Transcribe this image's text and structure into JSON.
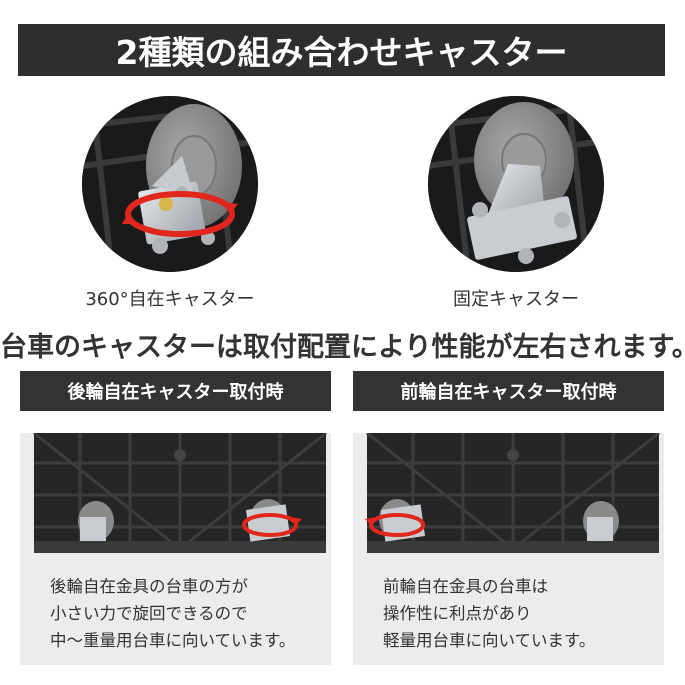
{
  "banner": {
    "title": "2種類の組み合わせキャスター"
  },
  "casters": [
    {
      "caption": "360°自在キャスター"
    },
    {
      "caption": "固定キャスター"
    }
  ],
  "headline": "台車のキャスターは取付配置により性能が左右されます。",
  "panels": [
    {
      "label": "後輪自在キャスター取付時",
      "desc": [
        "後輪自在金具の台車の方が",
        "小さい力で旋回できるので",
        "中〜重量用台車に向いています。"
      ]
    },
    {
      "label": "前輪自在キャスター取付時",
      "desc": [
        "前輪自在金具の台車は",
        "操作性に利点があり",
        "軽量用台車に向いています。"
      ]
    }
  ],
  "colors": {
    "banner_bg": "#2e2e2e",
    "label_bg": "#333333",
    "panel_bg": "#ececec",
    "accent_arrow": "#e0261d",
    "wheel": "#8a8a8a",
    "bracket": "#c9ccd0"
  },
  "icons": [
    "swivel-caster-image",
    "fixed-caster-image",
    "rotation-arrow-icon",
    "cart-rear-swivel-image",
    "cart-front-swivel-image"
  ]
}
